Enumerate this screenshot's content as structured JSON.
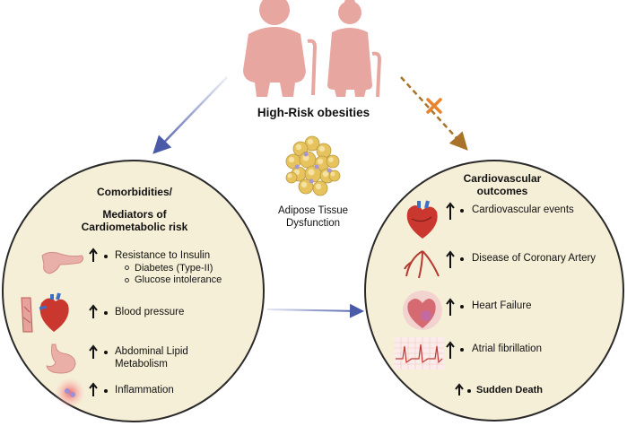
{
  "header": {
    "title": "High-Risk obesities"
  },
  "center": {
    "label_line1": "Adipose Tissue",
    "label_line2": "Dysfunction"
  },
  "left_panel": {
    "title_line1": "Comorbidities/",
    "title_line2": "Mediators of",
    "title_line3": "Cardiometabolic risk",
    "items": [
      {
        "label": "Resistance to Insulin",
        "subitems": [
          "Diabetes (Type-II)",
          "Glucose intolerance"
        ]
      },
      {
        "label": "Blood pressure"
      },
      {
        "label_line1": "Abdominal Lipid",
        "label_line2": "Metabolism"
      },
      {
        "label": "Inflammation"
      }
    ]
  },
  "right_panel": {
    "title_line1": "Cardiovascular",
    "title_line2": "outcomes",
    "items": [
      {
        "label": "Cardiovascular events"
      },
      {
        "label": "Disease of Coronary Artery"
      },
      {
        "label": "Heart Failure"
      },
      {
        "label": "Atrial fibrillation"
      },
      {
        "label": "Sudden Death"
      }
    ]
  },
  "colors": {
    "circle_fill": "#f6efd7",
    "person": "#e8a6a1",
    "arrow_blue": "#4a5aa8",
    "arrow_brown": "#a9742a",
    "cross": "#e8842c",
    "adipose": "#e6c35c"
  },
  "icons": [
    "elderly-man-icon",
    "elderly-woman-icon",
    "adipose-cells-icon",
    "pancreas-icon",
    "heart-artery-icon",
    "stomach-icon",
    "inflammation-icon",
    "heart-icon",
    "coronary-artery-icon",
    "failing-heart-icon",
    "ecg-icon",
    "up-arrow-icon",
    "cross-mark-icon"
  ]
}
